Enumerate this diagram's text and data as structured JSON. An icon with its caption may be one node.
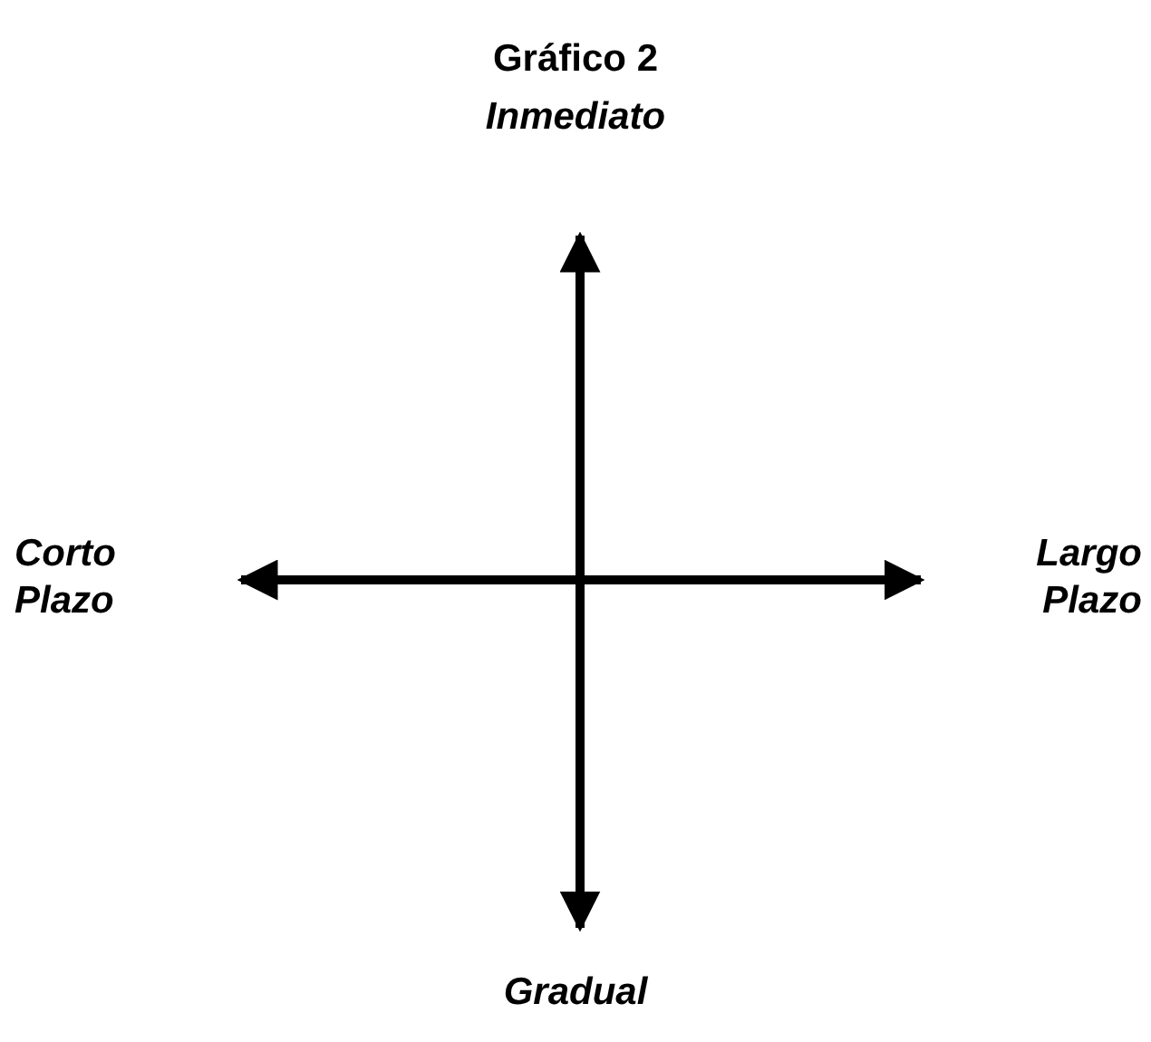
{
  "diagram": {
    "title": "Gráfico 2",
    "labels": [
      "Inmediato",
      "Corto Plazo",
      "Largo Plazo",
      "Gradual"
    ]
  }
}
